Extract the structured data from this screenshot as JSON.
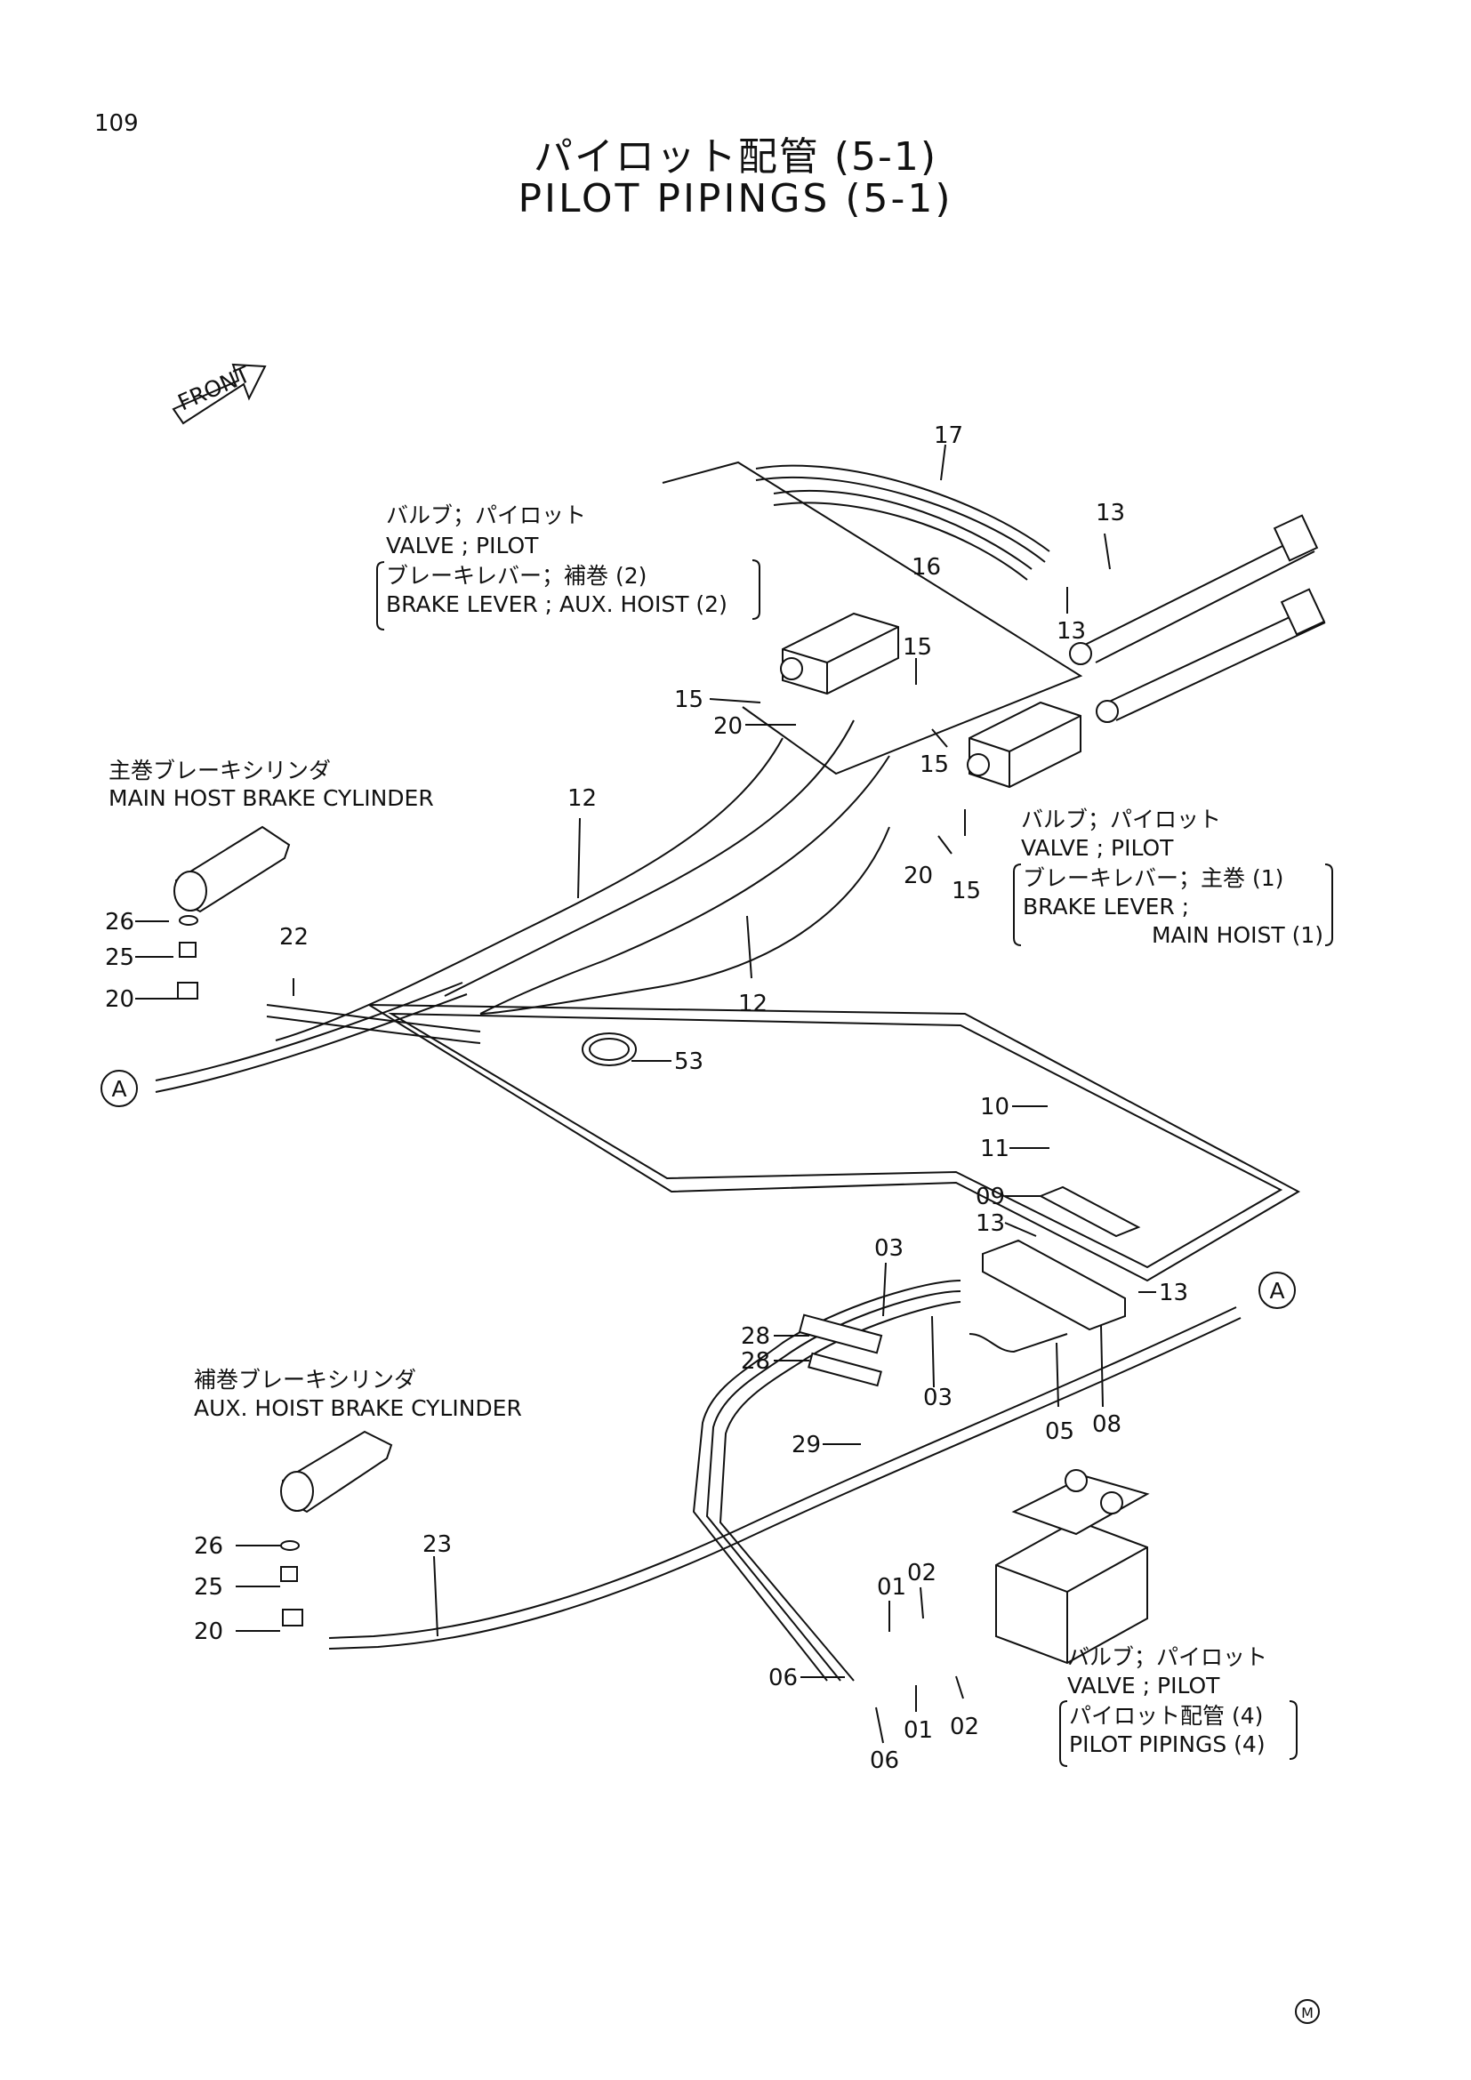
{
  "page_number": "109",
  "title": {
    "jp": "パイロット配管 (5-1)",
    "en": "PILOT PIPINGS (5-1)"
  },
  "front_arrow": "FRONT",
  "annotations": {
    "valve_aux": [
      "バルブ；パイロット",
      "VALVE ; PILOT",
      "ブレーキレバー；補巻 (2)",
      "BRAKE LEVER ; AUX. HOIST (2)"
    ],
    "valve_main": [
      "バルブ；パイロット",
      "VALVE ; PILOT",
      "ブレーキレバー；主巻 (1)",
      "BRAKE LEVER ;",
      "MAIN HOIST (1)"
    ],
    "main_cyl": [
      "主巻ブレーキシリンダ",
      "MAIN HOST BRAKE CYLINDER"
    ],
    "aux_cyl": [
      "補巻ブレーキシリンダ",
      "AUX. HOIST BRAKE CYLINDER"
    ],
    "valve_pilot4": [
      "バルブ；パイロット",
      "VALVE ; PILOT",
      "パイロット配管 (4)",
      "PILOT PIPINGS (4)"
    ]
  },
  "connector_label": "A",
  "callouts": [
    "17",
    "16",
    "13",
    "13",
    "15",
    "15",
    "15",
    "15",
    "20",
    "20",
    "12",
    "12",
    "26",
    "25",
    "20",
    "22",
    "53",
    "10",
    "11",
    "09",
    "13",
    "13",
    "03",
    "03",
    "28",
    "28",
    "29",
    "05",
    "08",
    "26",
    "25",
    "20",
    "23",
    "01",
    "02",
    "01",
    "02",
    "06",
    "06"
  ],
  "mark": "M"
}
